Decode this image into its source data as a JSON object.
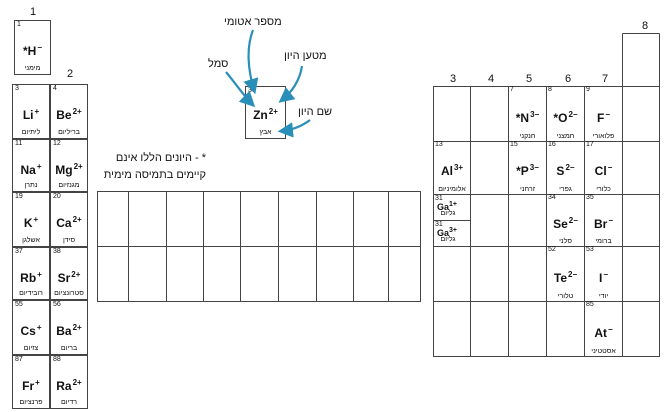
{
  "group_numbers": [
    "1",
    "2",
    "3",
    "4",
    "5",
    "6",
    "7",
    "8"
  ],
  "legend": {
    "atomic_number_label": "מספר אטומי",
    "ion_charge_label": "מטען היון",
    "symbol_label": "סמל",
    "ion_name_label": "שם היון",
    "example": {
      "num": "30",
      "symbol": "Zn",
      "charge": "2+",
      "name": "אבץ"
    }
  },
  "note": {
    "line1": "* - היונים הללו אינם",
    "line2": "קיימים בתמיסה מימית"
  },
  "elements": {
    "H": {
      "num": "1",
      "symbol": "*H",
      "charge": "−",
      "name": "מימני"
    },
    "Li": {
      "num": "3",
      "symbol": "Li",
      "charge": "+",
      "name": "ליתיום"
    },
    "Be": {
      "num": "4",
      "symbol": "Be",
      "charge": "2+",
      "name": "בריליום"
    },
    "Na": {
      "num": "11",
      "symbol": "Na",
      "charge": "+",
      "name": "נתרן"
    },
    "Mg": {
      "num": "12",
      "symbol": "Mg",
      "charge": "2+",
      "name": "מגנזיום"
    },
    "K": {
      "num": "19",
      "symbol": "K",
      "charge": "+",
      "name": "אשלגן"
    },
    "Ca": {
      "num": "20",
      "symbol": "Ca",
      "charge": "2+",
      "name": "סידן"
    },
    "Rb": {
      "num": "37",
      "symbol": "Rb",
      "charge": "+",
      "name": "רובידיום"
    },
    "Sr": {
      "num": "38",
      "symbol": "Sr",
      "charge": "2+",
      "name": "סטרונציום"
    },
    "Cs": {
      "num": "55",
      "symbol": "Cs",
      "charge": "+",
      "name": "צזיום"
    },
    "Ba": {
      "num": "56",
      "symbol": "Ba",
      "charge": "2+",
      "name": "בריום"
    },
    "Fr": {
      "num": "87",
      "symbol": "Fr",
      "charge": "+",
      "name": "פרנציום"
    },
    "Ra": {
      "num": "88",
      "symbol": "Ra",
      "charge": "2+",
      "name": "רדיום"
    },
    "Al": {
      "num": "13",
      "symbol": "Al",
      "charge": "3+",
      "name": "אלומיניום"
    },
    "Ga1": {
      "num": "31",
      "symbol": "Ga",
      "charge": "1+",
      "name": "גליום"
    },
    "Ga3": {
      "num": "31",
      "symbol": "Ga",
      "charge": "3+",
      "name": "גליום"
    },
    "N": {
      "num": "7",
      "symbol": "*N",
      "charge": "3−",
      "name": "חנקני"
    },
    "O": {
      "num": "8",
      "symbol": "*O",
      "charge": "2−",
      "name": "חמצני"
    },
    "F": {
      "num": "9",
      "symbol": "F",
      "charge": "−",
      "name": "פלואורי"
    },
    "P": {
      "num": "15",
      "symbol": "*P",
      "charge": "3−",
      "name": "זרחני"
    },
    "S": {
      "num": "16",
      "symbol": "S",
      "charge": "2−",
      "name": "גפרי"
    },
    "Cl": {
      "num": "17",
      "symbol": "Cl",
      "charge": "−",
      "name": "כלורי"
    },
    "Se": {
      "num": "34",
      "symbol": "Se",
      "charge": "2−",
      "name": "סלני"
    },
    "Br": {
      "num": "35",
      "symbol": "Br",
      "charge": "−",
      "name": "ברומי"
    },
    "Te": {
      "num": "52",
      "symbol": "Te",
      "charge": "2−",
      "name": "טלורי"
    },
    "I": {
      "num": "53",
      "symbol": "I",
      "charge": "−",
      "name": "יודי"
    },
    "At": {
      "num": "85",
      "symbol": "At",
      "charge": "−",
      "name": "אסטטיני"
    }
  },
  "colors": {
    "arrow": "#2a8fb8",
    "border": "#444444"
  }
}
